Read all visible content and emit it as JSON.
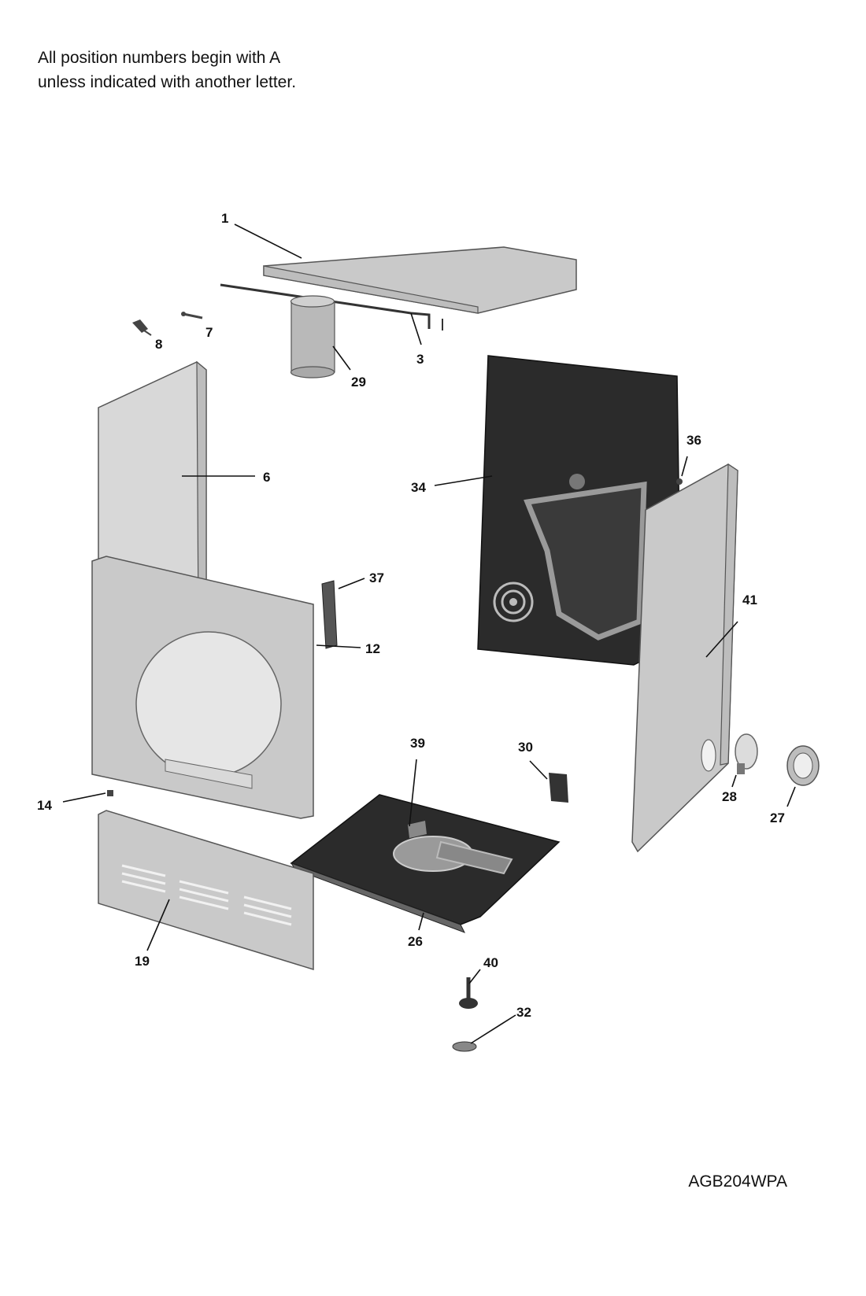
{
  "header_note": {
    "line1": "All position numbers begin with A",
    "line2": "unless indicated with another letter."
  },
  "model_number": "AGB204WPA",
  "callouts": [
    "1",
    "3",
    "7",
    "8",
    "29",
    "6",
    "36",
    "34",
    "37",
    "12",
    "41",
    "39",
    "30",
    "14",
    "28",
    "27",
    "19",
    "26",
    "40",
    "32"
  ]
}
